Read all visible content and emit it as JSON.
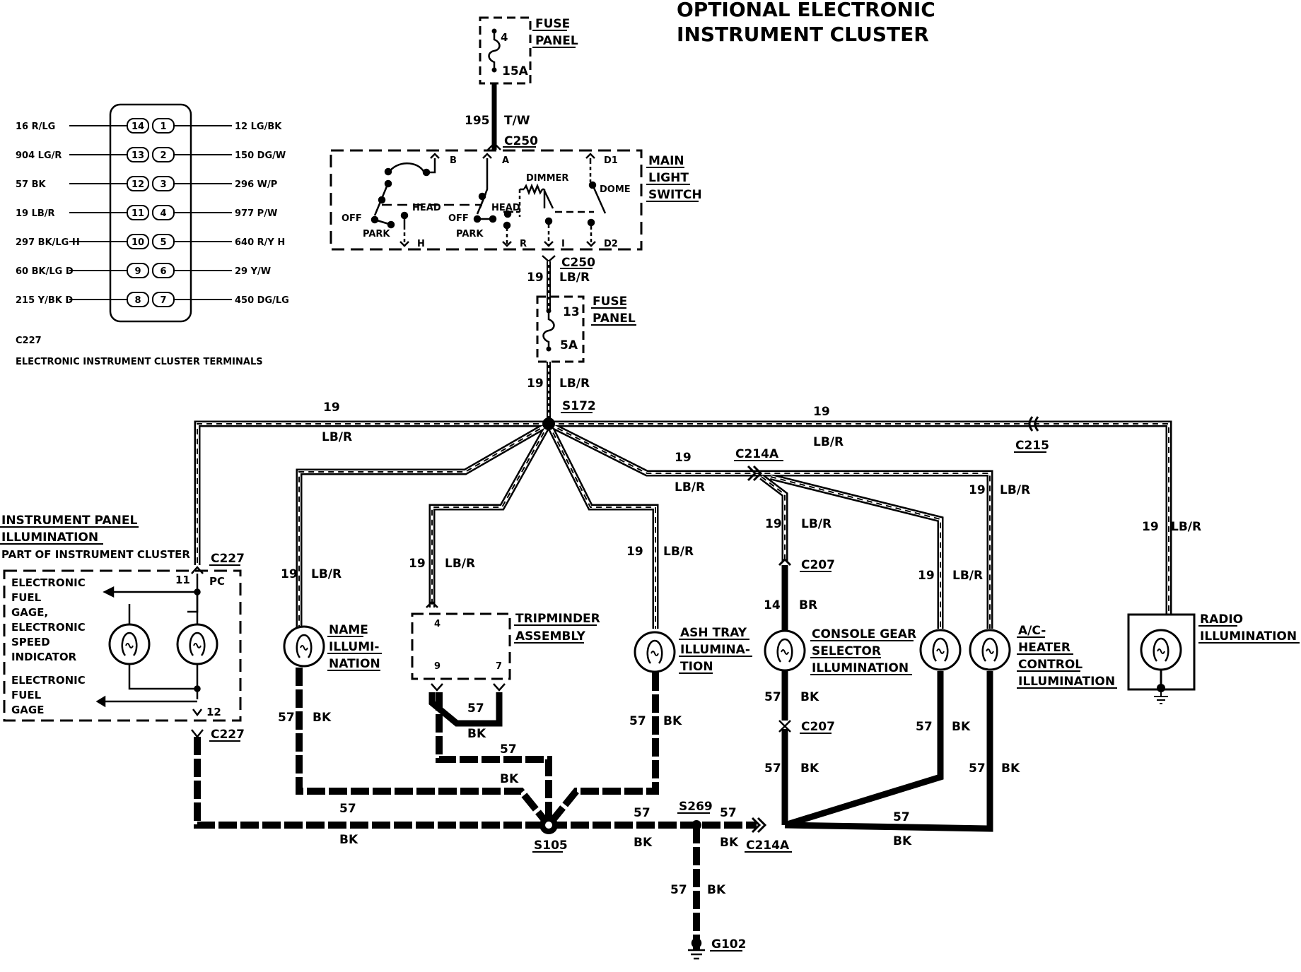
{
  "title": {
    "line1": "OPTIONAL ELECTRONIC",
    "line2": "INSTRUMENT CLUSTER"
  },
  "connector_c227": {
    "left_pins": [
      {
        "pin": "14",
        "label": "16 R/LG"
      },
      {
        "pin": "13",
        "label": "904 LG/R"
      },
      {
        "pin": "12",
        "label": "57 BK"
      },
      {
        "pin": "11",
        "label": "19 LB/R"
      },
      {
        "pin": "10",
        "label": "297 BK/LG H"
      },
      {
        "pin": "9",
        "label": "60 BK/LG D"
      },
      {
        "pin": "8",
        "label": "215 Y/BK D"
      }
    ],
    "right_pins": [
      {
        "pin": "1",
        "label": "12 LG/BK"
      },
      {
        "pin": "2",
        "label": "150 DG/W"
      },
      {
        "pin": "3",
        "label": "296 W/P"
      },
      {
        "pin": "4",
        "label": "977 P/W"
      },
      {
        "pin": "5",
        "label": "640 R/Y H"
      },
      {
        "pin": "6",
        "label": "29 Y/W"
      },
      {
        "pin": "7",
        "label": "450 DG/LG"
      }
    ],
    "name": "C227",
    "caption": "ELECTRONIC INSTRUMENT CLUSTER TERMINALS"
  },
  "fuse_top": {
    "pos": "4",
    "rating": "15A",
    "label1": "FUSE",
    "label2": "PANEL"
  },
  "feed_wire": {
    "circuit": "195",
    "color": "T/W"
  },
  "switch": {
    "connector": "C250",
    "label1": "MAIN",
    "label2": "LIGHT",
    "label3": "SWITCH",
    "off": "OFF",
    "park": "PARK",
    "head": "HEAD",
    "dimmer": "DIMMER",
    "dome": "DOME",
    "term_b": "B",
    "term_a": "A",
    "term_d1": "D1",
    "term_h": "H",
    "term_r": "R",
    "term_i": "I",
    "term_d2": "D2"
  },
  "fuse_mid": {
    "pos": "13",
    "rating": "5A",
    "label1": "FUSE",
    "label2": "PANEL"
  },
  "wire_19": "19",
  "wire_lbr": "LB/R",
  "wire_57": "57",
  "wire_bk": "BK",
  "wire_14": "14",
  "wire_br": "BR",
  "splices": {
    "s172": "S172",
    "s105": "S105",
    "s269": "S269"
  },
  "connectors": {
    "c250": "C250",
    "c214a": "C214A",
    "c215": "C215",
    "c207": "C207",
    "c227": "C227"
  },
  "cluster": {
    "title1": "INSTRUMENT PANEL",
    "title2": "ILLUMINATION",
    "title3": "PART OF INSTRUMENT CLUSTER",
    "pin11": "11",
    "pc": "PC",
    "pin12": "12",
    "txt1": "ELECTRONIC",
    "txt2": "FUEL",
    "txt3": "GAGE,",
    "txt4": "ELECTRONIC",
    "txt5": "SPEED",
    "txt6": "INDICATOR",
    "txt7": "ELECTRONIC",
    "txt8": "FUEL",
    "txt9": "GAGE"
  },
  "name_lamp": {
    "l1": "NAME",
    "l2": "ILLUMI-",
    "l3": "NATION"
  },
  "tripminder": {
    "l1": "TRIPMINDER",
    "l2": "ASSEMBLY",
    "pin4": "4",
    "pin9": "9",
    "pin7": "7"
  },
  "ashtray": {
    "l1": "ASH TRAY",
    "l2": "ILLUMINA-",
    "l3": "TION"
  },
  "console": {
    "l1": "CONSOLE GEAR",
    "l2": "SELECTOR",
    "l3": "ILLUMINATION"
  },
  "ac_heater": {
    "l1": "A/C-",
    "l2": "HEATER",
    "l3": "CONTROL",
    "l4": "ILLUMINATION"
  },
  "radio": {
    "l1": "RADIO",
    "l2": "ILLUMINATION"
  },
  "ground": "G102"
}
